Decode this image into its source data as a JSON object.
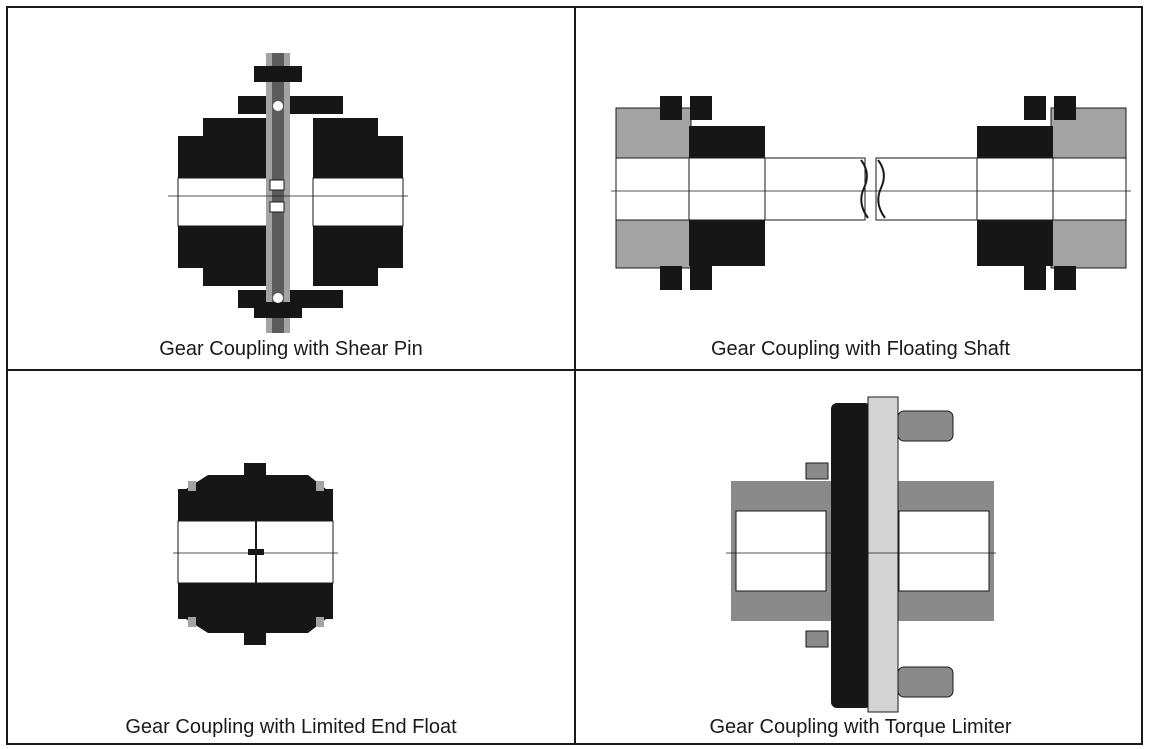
{
  "panels": [
    {
      "caption": "Gear Coupling with Shear Pin"
    },
    {
      "caption": "Gear Coupling with Floating Shaft"
    },
    {
      "caption": "Gear Coupling with Limited End Float"
    },
    {
      "caption": "Gear Coupling with Torque Limiter"
    }
  ],
  "colors": {
    "black": "#161616",
    "grey": "#a3a3a3",
    "light_grey": "#d4d4d4",
    "line": "#1a1a1a"
  }
}
